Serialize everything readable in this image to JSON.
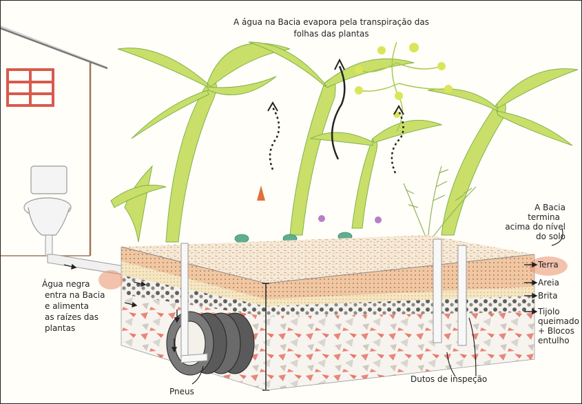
{
  "caption": {
    "line1": "A água na Bacia evapora pela transpiração das",
    "line2": "folhas das plantas"
  },
  "note_top_right": {
    "line1": "A Bacia",
    "line2": "termina",
    "line3": "acima do nível",
    "line4": "do solo"
  },
  "layers": {
    "terra": "Terra",
    "areia": "Areia",
    "brita": "Brita",
    "tijolo_line1": "Tijolo",
    "tijolo_line2": "queimado",
    "tijolo_line3": "+ Blocos",
    "tijolo_line4": "entulho"
  },
  "left_note": {
    "line1": "Água negra",
    "line2": "entra na Bacia",
    "line3": "e alimenta",
    "line4": "as raízes das",
    "line5": "plantas"
  },
  "bottom": {
    "pneus": "Pneus",
    "dutos": "Dutos de inspeção"
  },
  "colors": {
    "terra": "#e8b48c",
    "areia": "#f1dcae",
    "brita": "#9a9a9a",
    "entulho": "#e9867a",
    "leaf": "#c9df6a",
    "leaf_dark": "#7fb24a",
    "house_wall": "#a0735a",
    "window": "#d85a4e"
  }
}
